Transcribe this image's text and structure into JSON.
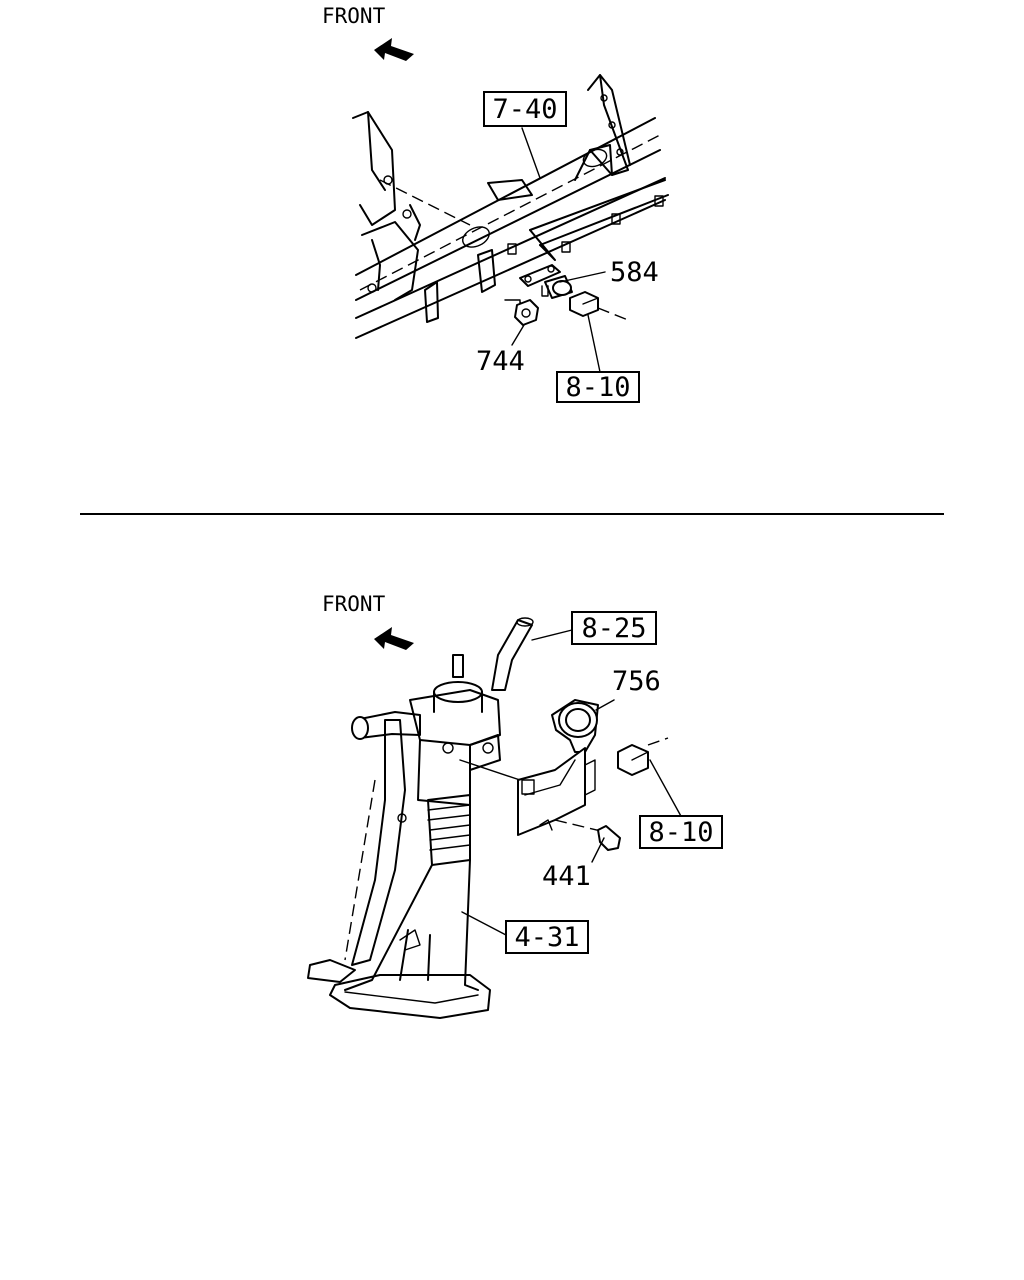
{
  "top_view": {
    "front_label": "FRONT",
    "ref_box_crossmember": "7-40",
    "ref_box_harness": "8-10",
    "part_sensor": "584",
    "part_nut": "744"
  },
  "bottom_view": {
    "front_label": "FRONT",
    "ref_box_switch": "8-25",
    "ref_box_harness": "8-10",
    "ref_box_column": "4-31",
    "part_coil": "756",
    "part_bolt": "441"
  }
}
